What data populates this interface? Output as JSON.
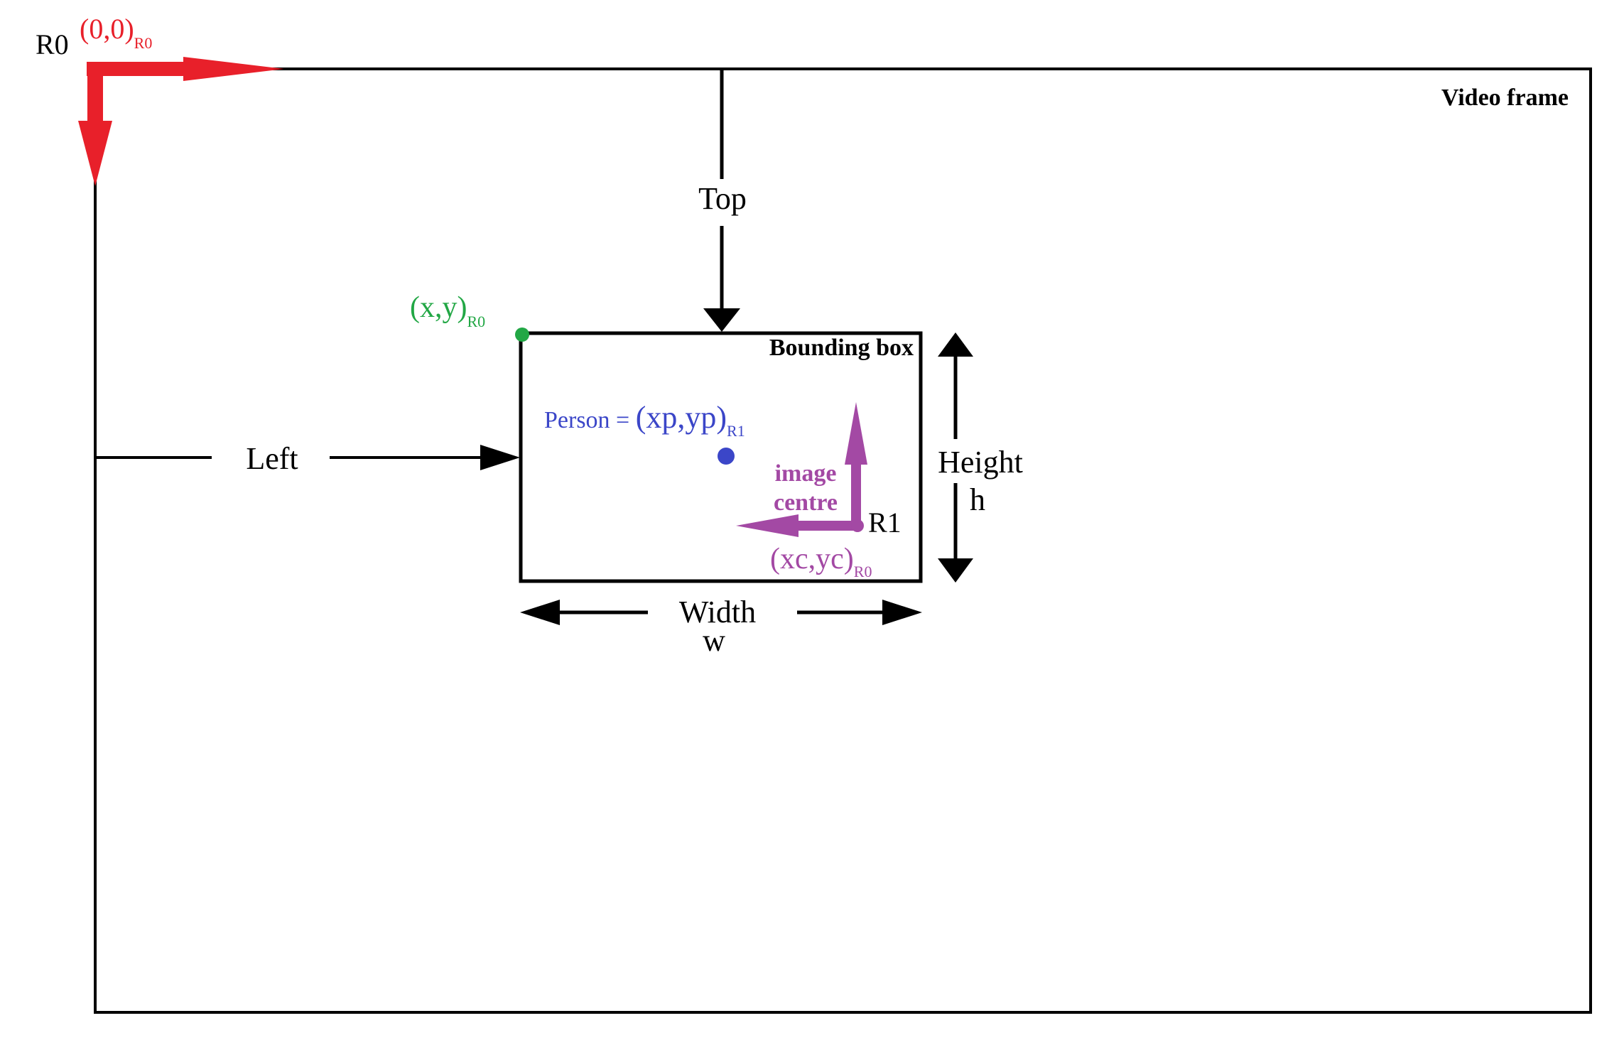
{
  "origin": {
    "frame_label": "R0",
    "coords": "(0,0)",
    "subscript": "R0"
  },
  "video_frame": {
    "label": "Video frame"
  },
  "top": {
    "label": "Top"
  },
  "left": {
    "label": "Left"
  },
  "corner_point": {
    "coords": "(x,y)",
    "subscript": "R0"
  },
  "bounding_box": {
    "label": "Bounding box"
  },
  "person": {
    "prefix": "Person = ",
    "coords": "(xp,yp)",
    "subscript": "R1"
  },
  "image_centre": {
    "line1": "image",
    "line2": "centre",
    "frame_label": "R1",
    "coords": "(xc,yc)",
    "subscript": "R0"
  },
  "height": {
    "label": "Height",
    "symbol": "h"
  },
  "width": {
    "label": "Width",
    "symbol": "w"
  },
  "colors": {
    "axes_red": "#e8202a",
    "corner_green": "#22a745",
    "person_blue": "#3b46c8",
    "centre_purple": "#a349a4",
    "line_black": "#000000"
  }
}
